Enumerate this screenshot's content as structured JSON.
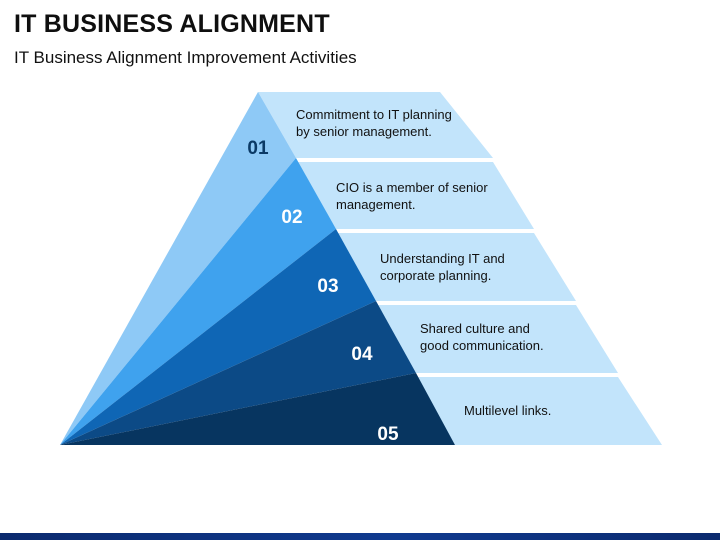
{
  "header": {
    "title": "IT BUSINESS ALIGNMENT",
    "subtitle": "IT Business Alignment Improvement Activities"
  },
  "steps": [
    {
      "number": "01",
      "line1": "Commitment to IT planning",
      "line2": "by senior management.",
      "color": "#8ec9f6"
    },
    {
      "number": "02",
      "line1": "CIO is a member of senior",
      "line2": "management.",
      "color": "#3fa2ee"
    },
    {
      "number": "03",
      "line1": "Understanding IT and",
      "line2": "corporate planning.",
      "color": "#0f66b5"
    },
    {
      "number": "04",
      "line1": "Shared culture and",
      "line2": "good communication.",
      "color": "#0c4a86"
    },
    {
      "number": "05",
      "line1": "Multilevel links.",
      "line2": "",
      "color": "#073560"
    }
  ],
  "colors": {
    "panel": "#c2e4fb",
    "number_dark_text": "#0b3a66",
    "number_light_text": "#ffffff",
    "footer": "#0b2a6e"
  }
}
